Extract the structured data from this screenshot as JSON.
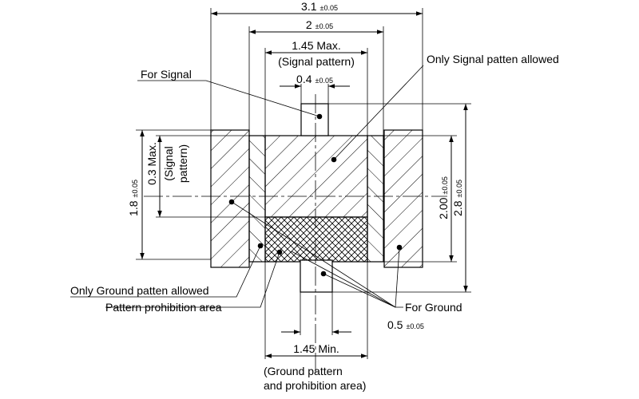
{
  "dimensions": {
    "total_width": {
      "value": "3.1",
      "tol": "±0.05"
    },
    "outer_width": {
      "value": "2",
      "tol": "±0.05"
    },
    "signal_max_width": {
      "value": "1.45 Max."
    },
    "signal_pattern_note": "(Signal pattern)",
    "signal_pad_width": {
      "value": "0.4",
      "tol": "±0.05"
    },
    "left_height": {
      "value": "1.8",
      "tol": "±0.05"
    },
    "signal_height_max": {
      "value": "0.3 Max."
    },
    "signal_height_note_1": "(Signal",
    "signal_height_note_2": "pattern)",
    "inner_height": {
      "value": "2.00",
      "tol": "±0.05"
    },
    "total_height": {
      "value": "2.8",
      "tol": "±0.05"
    },
    "ground_gap": {
      "value": "0.5",
      "tol": "±0.05"
    },
    "ground_min_width": {
      "value": "1.45 Min."
    },
    "ground_note_1": "(Ground pattern",
    "ground_note_2": "and prohibition area)"
  },
  "callouts": {
    "for_signal": "For Signal",
    "only_signal": "Only Signal patten allowed",
    "only_ground": "Only Ground patten allowed",
    "prohibition": "Pattern prohibition area",
    "for_ground": "For Ground"
  }
}
